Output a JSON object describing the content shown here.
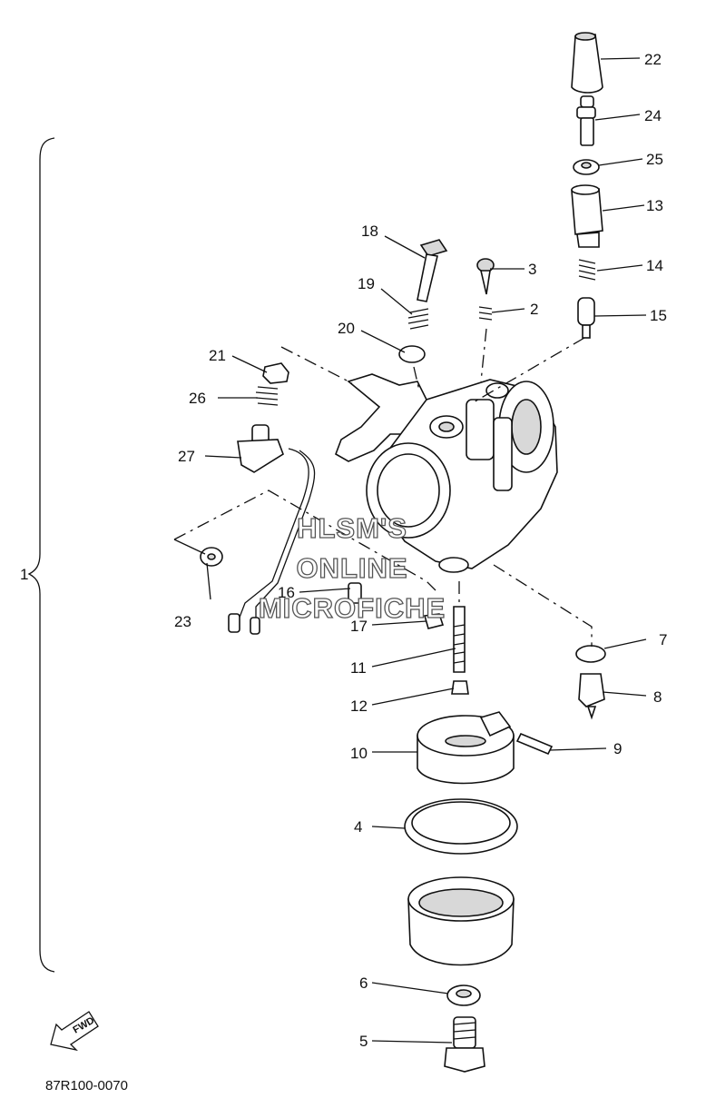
{
  "callouts": {
    "c1": "1",
    "c2": "2",
    "c3": "3",
    "c4": "4",
    "c5": "5",
    "c6": "6",
    "c7": "7",
    "c8": "8",
    "c9": "9",
    "c10": "10",
    "c11": "11",
    "c12": "12",
    "c13": "13",
    "c14": "14",
    "c15": "15",
    "c16": "16",
    "c17": "17",
    "c18": "18",
    "c19": "19",
    "c20": "20",
    "c21": "21",
    "c22": "22",
    "c23": "23",
    "c24": "24",
    "c25": "25",
    "c26": "26",
    "c27": "27"
  },
  "watermark": {
    "line1": "HLSM'S",
    "line2": "ONLINE",
    "line3": "MICROFICHE"
  },
  "fwd_label": "FWD",
  "drawing_number": "87R100-0070"
}
